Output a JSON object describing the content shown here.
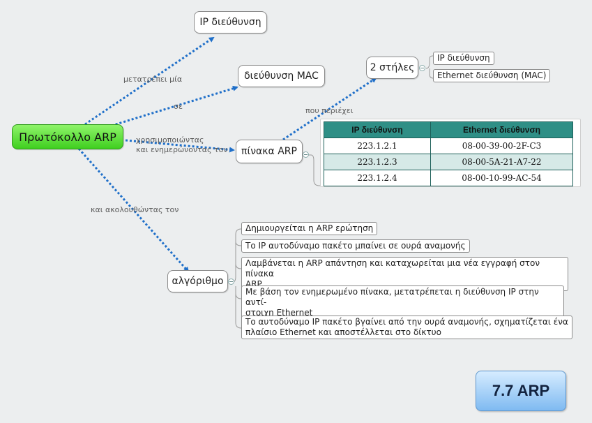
{
  "root": {
    "label": "Πρωτόκολλο ARP"
  },
  "nodes": {
    "ip_address": "IP διεύθυνση",
    "mac_address": "διεύθυνση MAC",
    "arp_table": "πίνακα  ARP",
    "two_columns": "2 στήλες",
    "algorithm": "αλγόριθμο"
  },
  "edge_labels": {
    "converts": "μετατρέπει μία",
    "to": "σε",
    "using": "χρησιμοποιώντας",
    "updating": "και ενημερώνοντας τον",
    "contains": "που περιέχει",
    "following": "και ακολουθώντας τον"
  },
  "columns": [
    "IP διεύθυνση",
    "Ethernet διεύθυνση (MAC)"
  ],
  "table": {
    "headers": [
      "IP διεύθυνση",
      "Ethernet διεύθυνση"
    ],
    "rows": [
      [
        "223.1.2.1",
        "08-00-39-00-2F-C3"
      ],
      [
        "223.1.2.3",
        "08-00-5A-21-A7-22"
      ],
      [
        "223.1.2.4",
        "08-00-10-99-AC-54"
      ]
    ]
  },
  "steps": [
    "Δημιουργείται η ARP ερώτηση",
    "Το IP αυτοδύναμο πακέτο μπαίνει σε ουρά αναμονής",
    "Λαμβάνεται η ARP απάντηση και καταχωρείται μια νέα εγγραφή στον πίνακα",
    "ARP",
    "Με βάση τον ενημερωμένο πίνακα, μετατρέπεται η διεύθυνση IP στην αντί-",
    "στοιχη Ethernet",
    "Το αυτοδύναμο IP πακέτο βγαίνει από την ουρά αναμονής, σχηματίζεται ένα",
    "πλαίσιο Ethernet και αποστέλλεται στο δίκτυο"
  ],
  "slide_title": "7.7 ARP",
  "colors": {
    "arrow": "#1f6fc9",
    "root_fill": "#5ee03a",
    "table_header": "#2f8f86",
    "title_box": "#a9d3f8"
  }
}
